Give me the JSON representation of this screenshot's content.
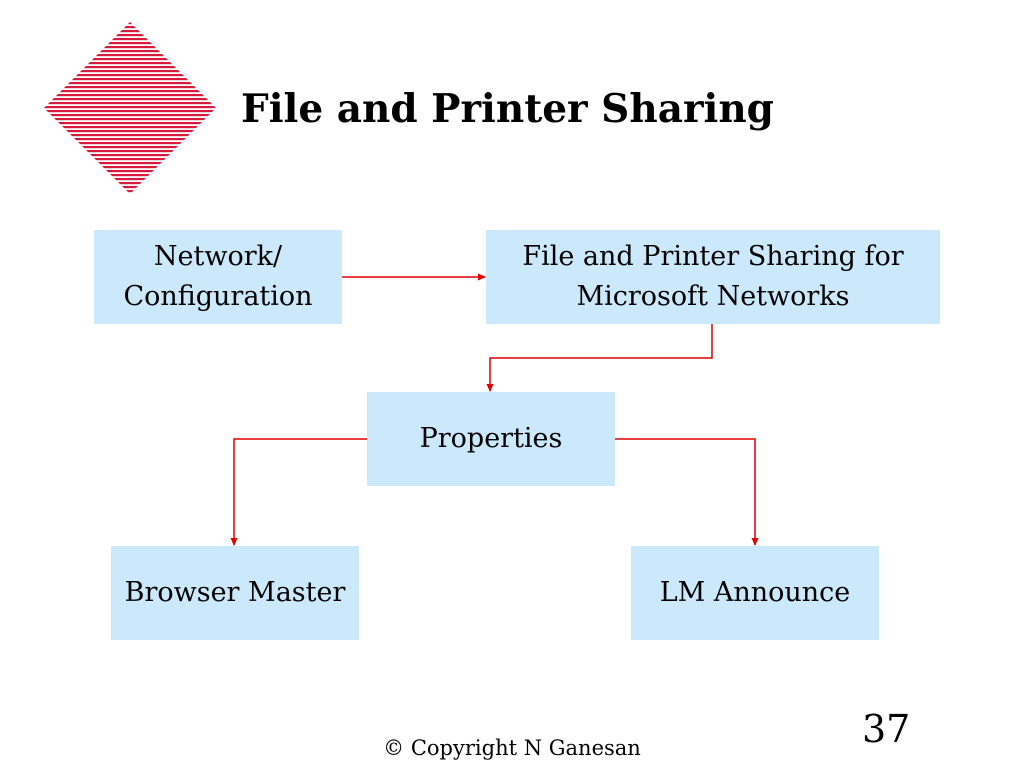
{
  "title": "File and Printer Sharing",
  "nodes": {
    "network_configuration": [
      "Network/",
      "Configuration"
    ],
    "file_printer_sharing": [
      "File and Printer Sharing for",
      "Microsoft Networks"
    ],
    "properties": "Properties",
    "browser_master": "Browser Master",
    "lm_announce": "LM Announce"
  },
  "edges": [
    {
      "from": "Network/ Configuration",
      "to": "File and Printer Sharing for Microsoft Networks"
    },
    {
      "from": "File and Printer Sharing for Microsoft Networks",
      "to": "Properties"
    },
    {
      "from": "Properties",
      "to": "Browser Master"
    },
    {
      "from": "Properties",
      "to": "LM Announce"
    }
  ],
  "colors": {
    "box_fill": "#cce8fb",
    "arrow": "#e00000",
    "logo_stripe": "#d81a3c"
  },
  "logo_icon": "red-striped-diamond-icon",
  "footer": "© Copyright N Ganesan",
  "page_number": "37"
}
